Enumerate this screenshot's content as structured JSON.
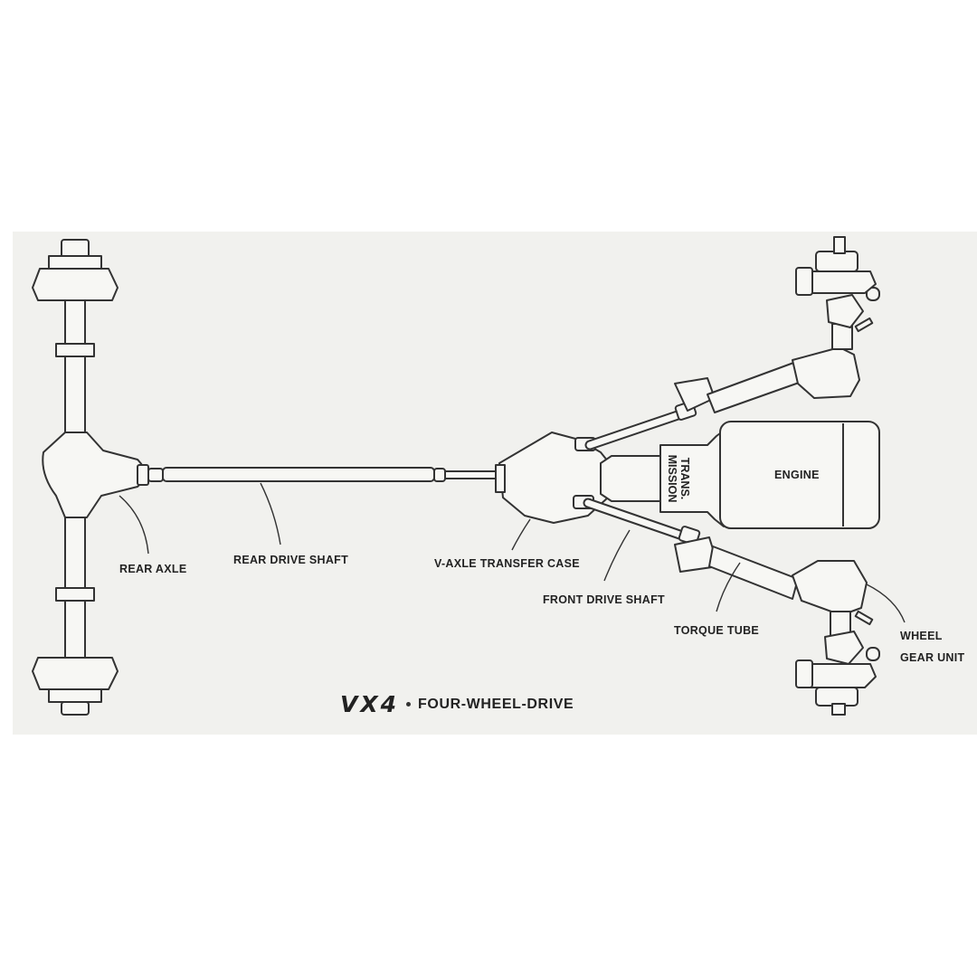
{
  "labels": {
    "rear_axle": "REAR AXLE",
    "rear_drive_shaft": "REAR DRIVE SHAFT",
    "transfer_case": "V-AXLE TRANSFER CASE",
    "front_drive_shaft": "FRONT DRIVE SHAFT",
    "torque_tube": "TORQUE TUBE",
    "wheel_gear_unit_line1": "WHEEL",
    "wheel_gear_unit_line2": "GEAR UNIT",
    "transmission_line1": "TRANS.",
    "transmission_line2": "MISSION",
    "engine": "ENGINE"
  },
  "caption": {
    "model": "VX4",
    "title": "FOUR-WHEEL-DRIVE"
  },
  "colors": {
    "ink": "#333333",
    "paper": "#f1f1ee",
    "part_fill": "#f7f7f4"
  }
}
